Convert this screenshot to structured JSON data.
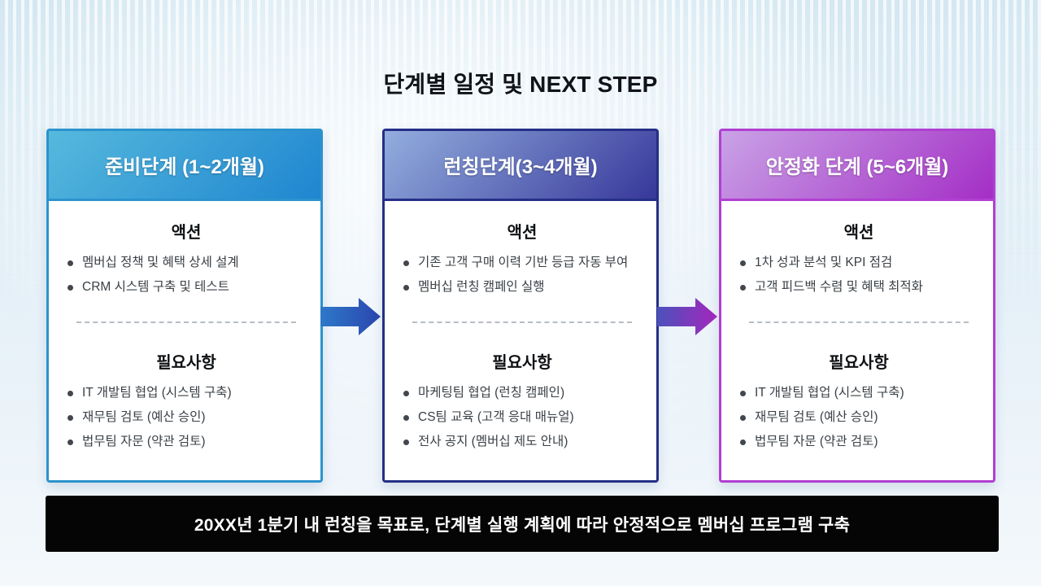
{
  "slide": {
    "title": "단계별 일정 및 NEXT STEP",
    "footer": "20XX년 1분기 내 런칭을 목표로, 단계별 실행 계획에 따라 안정적으로 멤버십 프로그램 구축"
  },
  "phases": [
    {
      "header": "준비단계 (1~2개월)",
      "action_title": "액션",
      "actions": [
        "멤버십 정책 및 혜택 상세 설계",
        "CRM 시스템 구축 및 테스트"
      ],
      "requirement_title": "필요사항",
      "requirements": [
        "IT 개발팀 협업 (시스템 구축)",
        "재무팀 검토 (예산 승인)",
        "법무팀 자문 (약관 검토)"
      ],
      "colors": {
        "header_from": "#56b9dd",
        "header_to": "#1f86d0",
        "border": "#2b93cd"
      }
    },
    {
      "header": "런칭단계(3~4개월)",
      "action_title": "액션",
      "actions": [
        "기존 고객 구매 이력 기반 등급 자동 부여",
        "멤버십 런칭 캠페인 실행"
      ],
      "requirement_title": "필요사항",
      "requirements": [
        "마케팅팀 협업 (런칭 캠페인)",
        "CS팀 교육 (고객 응대 매뉴얼)",
        "전사 공지 (멤버십 제도 안내)"
      ],
      "colors": {
        "header_from": "#93aede",
        "header_to": "#37389a",
        "border": "#252f87"
      }
    },
    {
      "header": "안정화 단계 (5~6개월)",
      "action_title": "액션",
      "actions": [
        "1차 성과 분석 및 KPI 점검",
        "고객 피드백 수렴 및 혜택 최적화"
      ],
      "requirement_title": "필요사항",
      "requirements": [
        "IT 개발팀 협업 (시스템 구축)",
        "재무팀 검토 (예산 승인)",
        "법무팀 자문 (약관 검토)"
      ],
      "colors": {
        "header_from": "#c9a3e6",
        "header_to": "#a42ec6",
        "border": "#b13fd2"
      }
    }
  ],
  "arrows": [
    {
      "from": "#2d79ca",
      "to": "#2b45ae"
    },
    {
      "from": "#4b51bc",
      "to": "#a527bd"
    }
  ]
}
